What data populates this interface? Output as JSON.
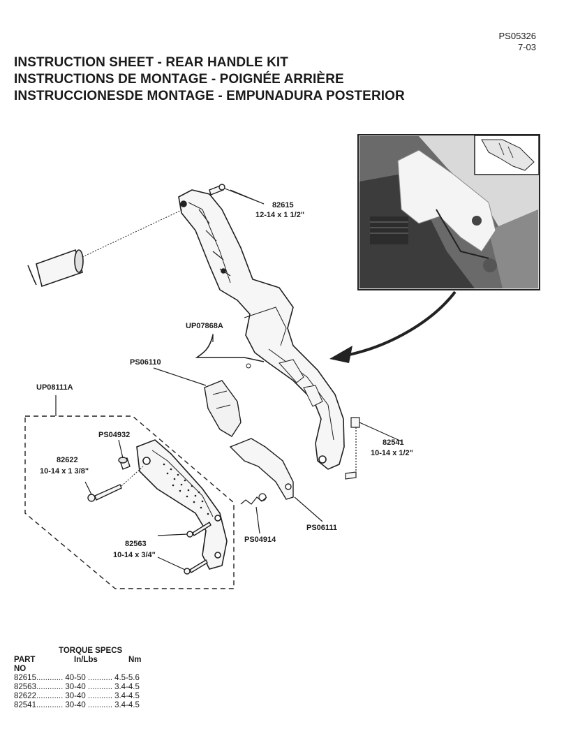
{
  "doc": {
    "number": "PS05326",
    "date": "7-03"
  },
  "titles": [
    "INSTRUCTION SHEET - REAR HANDLE KIT",
    "INSTRUCTIONS DE MONTAGE - POIGNÉE ARRIÈRE",
    "INSTRUCCIONESDE MONTAGE - EMPUNADURA POSTERIOR"
  ],
  "callouts": {
    "c82615": {
      "part": "82615",
      "spec": "12-14 x 1 1/2\""
    },
    "up07868a": "UP07868A",
    "ps06110": "PS06110",
    "up08111a": "UP08111A",
    "ps04932": "PS04932",
    "c82622": {
      "part": "82622",
      "spec": "10-14 x 1 3/8\""
    },
    "c82541": {
      "part": "82541",
      "spec": "10-14 x 1/2\""
    },
    "c82563": {
      "part": "82563",
      "spec": "10-14 x 3/4\""
    },
    "ps04914": "PS04914",
    "ps06111": "PS06111"
  },
  "torque": {
    "title": "TORQUE SPECS",
    "col_part": "PART",
    "col_part2": "NO",
    "col_inlbs": "In/Lbs",
    "col_nm": "Nm",
    "rows": [
      {
        "part": "82615............",
        "inlbs": "40-50 ...........",
        "nm": "4.5-5.6"
      },
      {
        "part": "82563............",
        "inlbs": "30-40 ...........",
        "nm": "3.4-4.5"
      },
      {
        "part": "82622............",
        "inlbs": "30-40 ...........",
        "nm": "3.4-4.5"
      },
      {
        "part": "82541............",
        "inlbs": "30-40 ...........",
        "nm": "3.4-4.5"
      }
    ]
  }
}
